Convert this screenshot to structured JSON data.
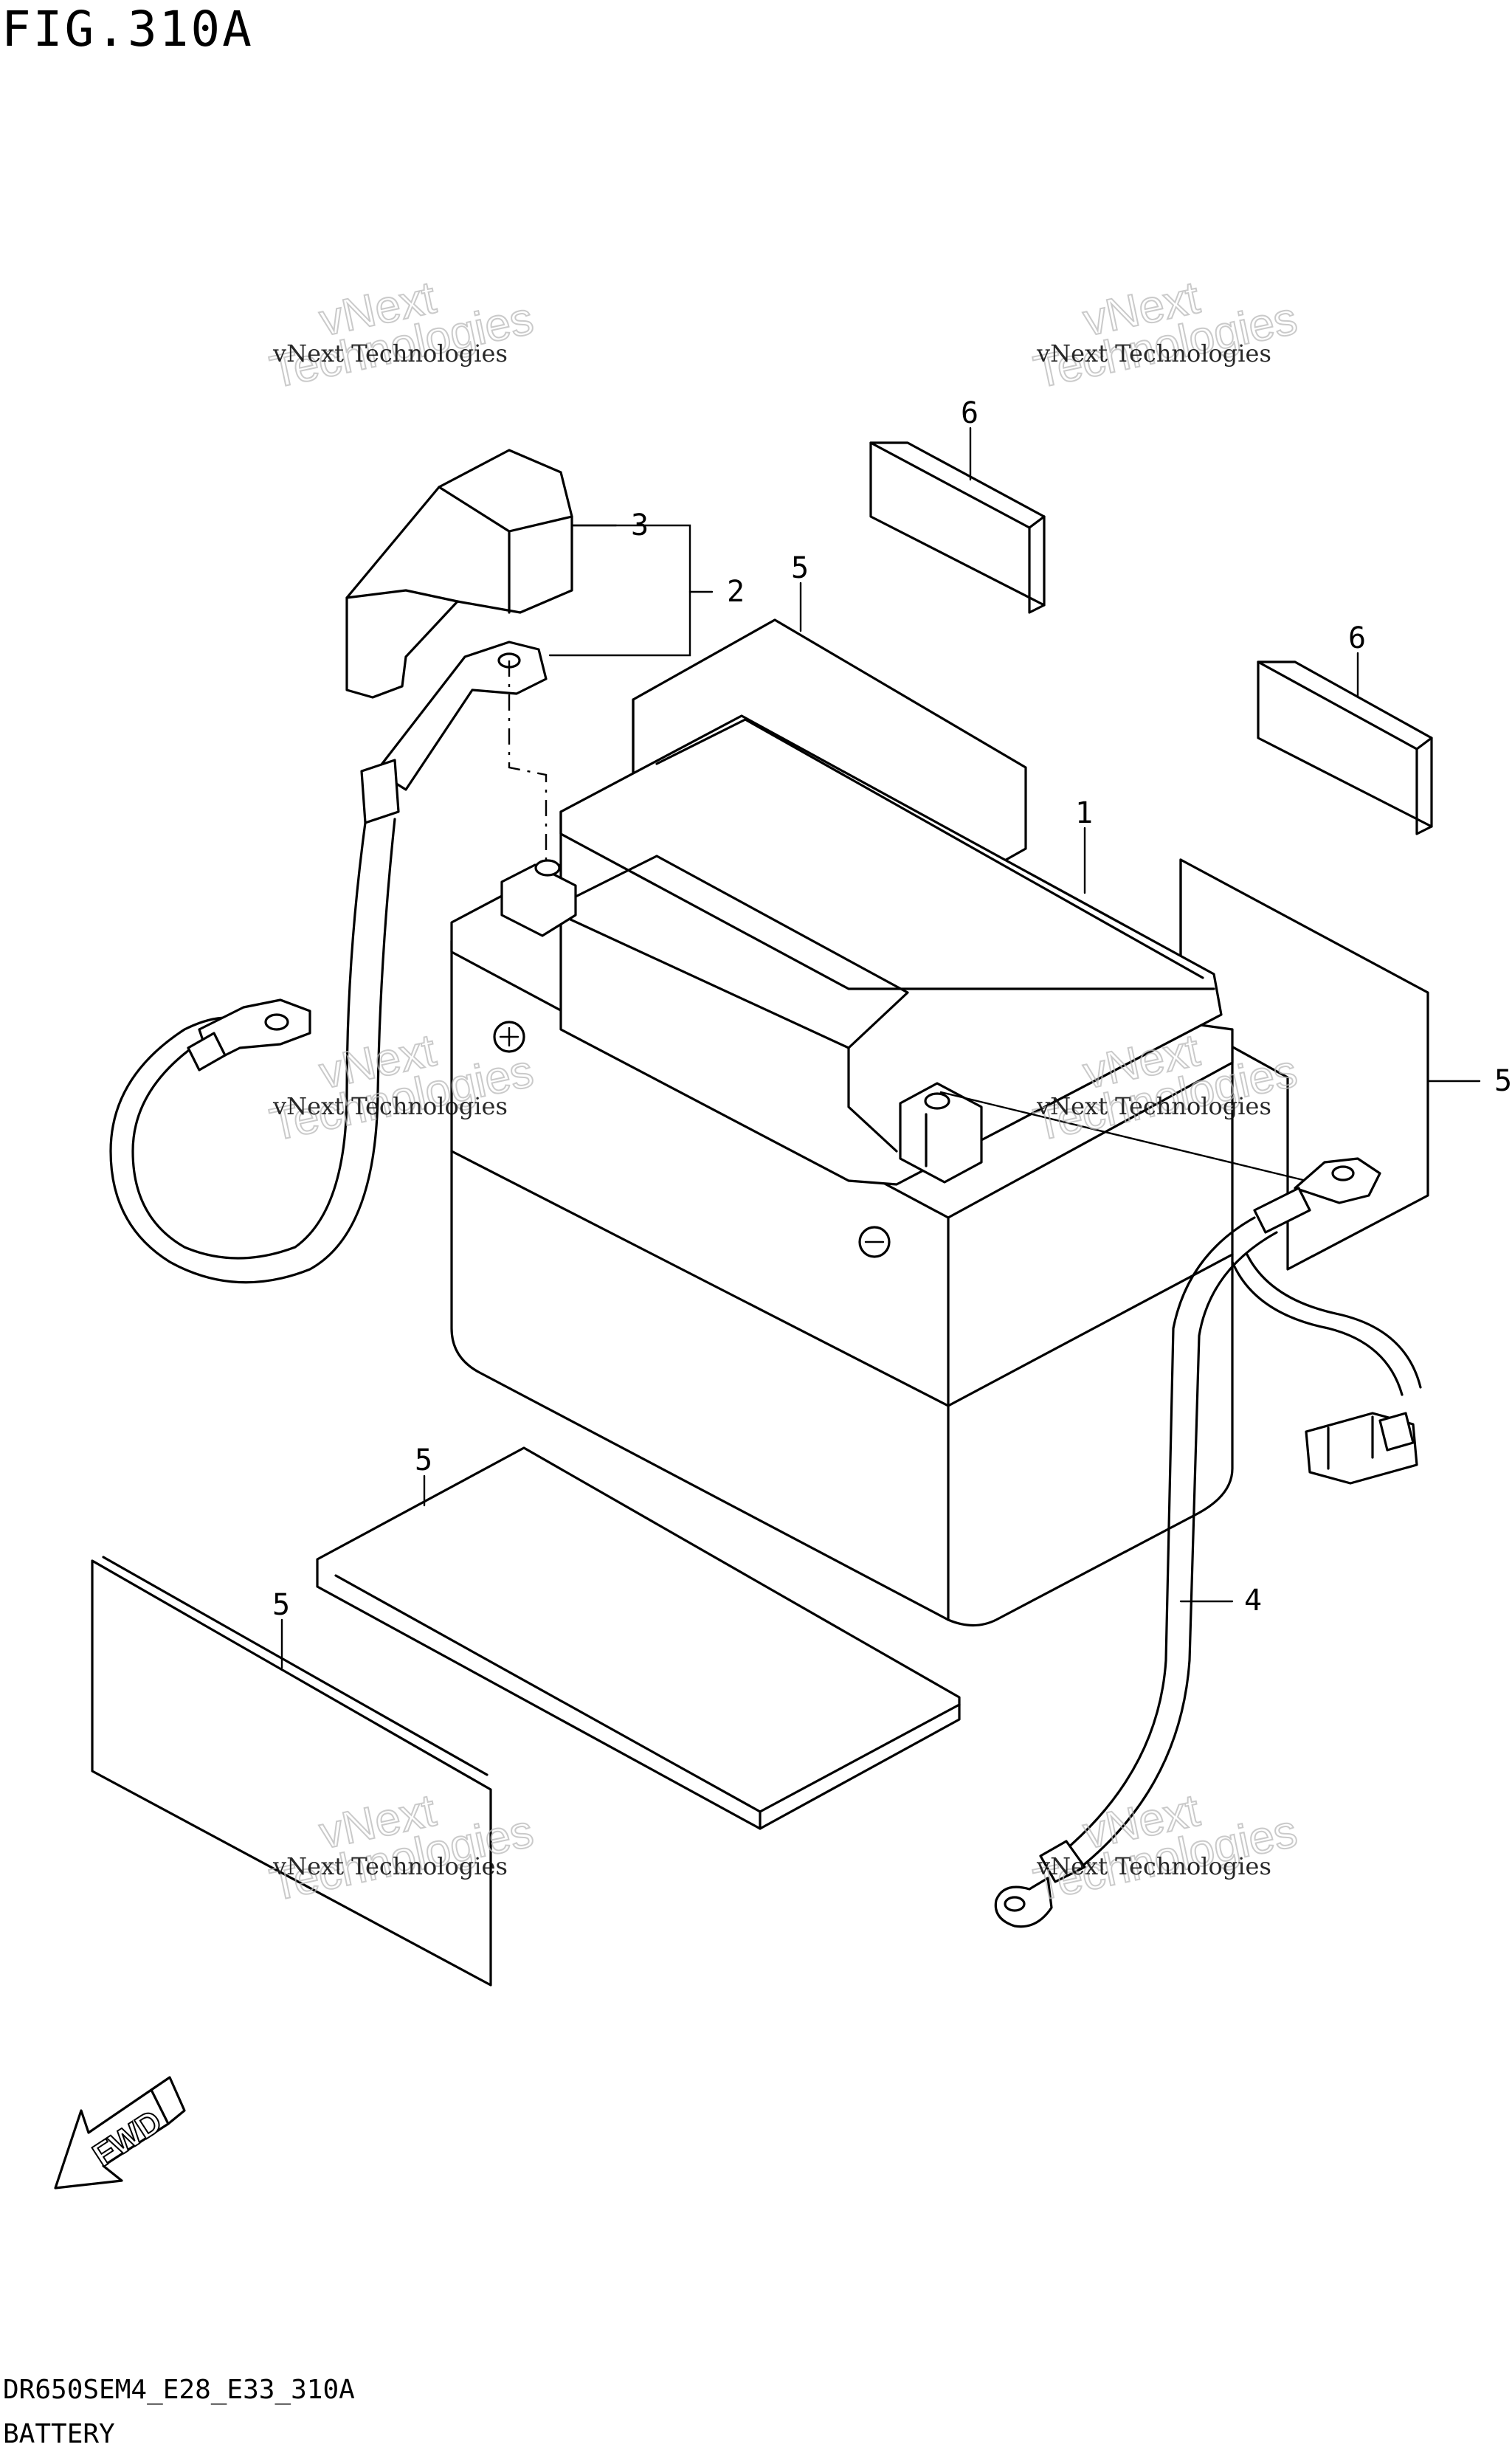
{
  "figure": {
    "title": "FIG.310A",
    "code": "DR650SEM4_E28_E33_310A",
    "name": "BATTERY"
  },
  "callouts": [
    {
      "id": "c1",
      "label": "1"
    },
    {
      "id": "c2",
      "label": "2"
    },
    {
      "id": "c3",
      "label": "3"
    },
    {
      "id": "c4",
      "label": "4"
    },
    {
      "id": "c5a",
      "label": "5"
    },
    {
      "id": "c5b",
      "label": "5"
    },
    {
      "id": "c5c",
      "label": "5"
    },
    {
      "id": "c5d",
      "label": "5"
    },
    {
      "id": "c6a",
      "label": "6"
    },
    {
      "id": "c6b",
      "label": "6"
    }
  ],
  "forward_arrow": {
    "label": "FWD"
  },
  "watermark": {
    "line1": "vNext Technologies",
    "line2": "vNext",
    "line3": "Technologies"
  },
  "terminal_marks": {
    "plus": "⊕",
    "minus": "⊖"
  }
}
